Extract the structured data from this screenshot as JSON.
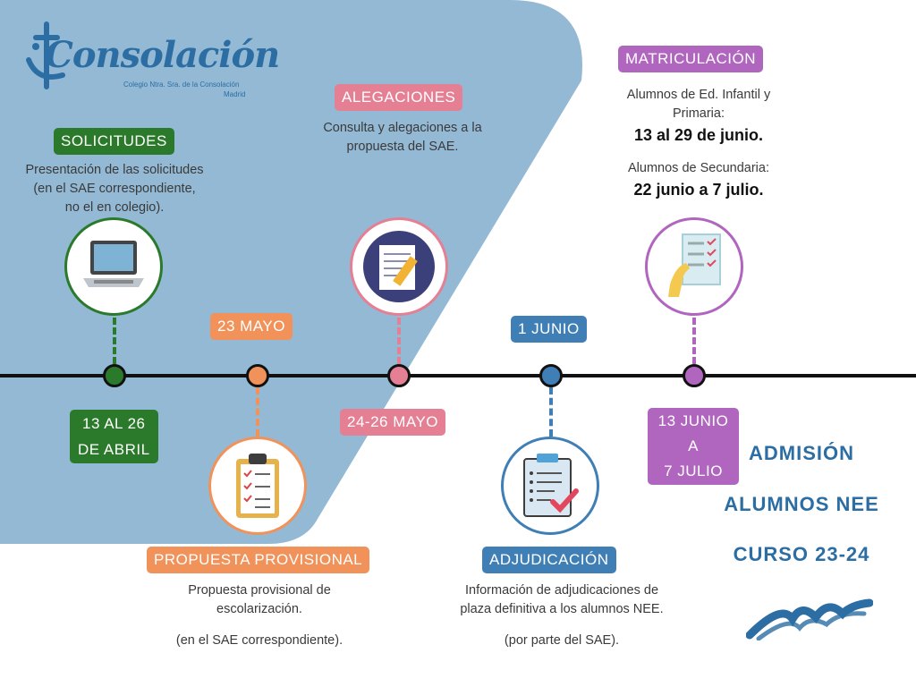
{
  "logo": {
    "name": "Consolación",
    "subtitle": "Colegio Ntra. Sra. de la Consolación",
    "city": "Madrid"
  },
  "stages": [
    {
      "id": "solicitudes",
      "title": "SOLICITUDES",
      "date": "13 AL 26\nDE ABRIL",
      "desc": [
        "Presentación de las solicitudes",
        "(en el SAE correspondiente,",
        "no el en colegio)."
      ],
      "icon": "laptop-icon",
      "color": "#2b7a2b"
    },
    {
      "id": "propuesta",
      "title": "PROPUESTA PROVISIONAL",
      "date": "23 MAYO",
      "desc": [
        "Propuesta provisional de",
        "escolarización.",
        "",
        "(en el SAE correspondiente)."
      ],
      "icon": "clipboard-icon",
      "color": "#f0925a"
    },
    {
      "id": "alegaciones",
      "title": "ALEGACIONES",
      "date": "24-26 MAYO",
      "desc": [
        "Consulta y alegaciones a la",
        "propuesta del SAE."
      ],
      "icon": "document-pencil-icon",
      "color": "#e57f94"
    },
    {
      "id": "adjudicacion",
      "title": "ADJUDICACIÓN",
      "date": "1 JUNIO",
      "desc": [
        "Información de adjudicaciones de",
        "plaza definitiva a los alumnos NEE.",
        "",
        "(por parte del SAE)."
      ],
      "icon": "checklist-icon",
      "color": "#3f7fb5"
    },
    {
      "id": "matriculacion",
      "title": "MATRICULACIÓN",
      "date": "13 JUNIO\nA\n7 JULIO",
      "desc_infantil": "Alumnos de Ed. Infantil y\nPrimaria:",
      "dates_infantil": "13 al 29 de junio.",
      "desc_secundaria": "Alumnos de Secundaria:",
      "dates_secundaria": "22 junio a 7 julio.",
      "icon": "hand-form-icon",
      "color": "#b066be"
    }
  ],
  "heading": {
    "line1": "ADMISIÓN",
    "line2": "ALUMNOS NEE",
    "line3": "CURSO 23-24"
  },
  "colors": {
    "background_shape": "#93b9d4",
    "timeline": "#111111",
    "heading": "#2c6ea3"
  }
}
